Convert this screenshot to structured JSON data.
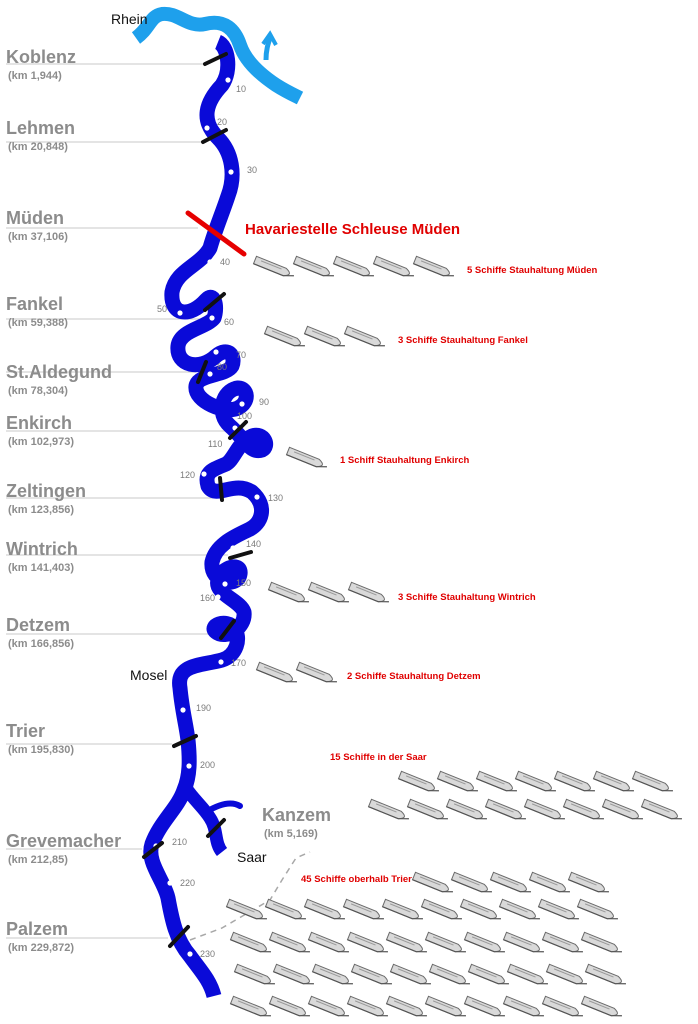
{
  "colors": {
    "rhein": "#1ea0ec",
    "mosel": "#0a0ad8",
    "lock_marker": "#111111",
    "incident": "#e60000",
    "lock_text": "#8c8c8c",
    "group_text": "#e00000",
    "ship_fill": "#d9d9d9",
    "ship_stroke": "#6a6a6a"
  },
  "rivers": {
    "rhein": "Rhein",
    "mosel": "Mosel",
    "saar": "Saar"
  },
  "locks": [
    {
      "name": "Koblenz",
      "km": "(km 1,944)"
    },
    {
      "name": "Lehmen",
      "km": "(km 20,848)"
    },
    {
      "name": "Müden",
      "km": "(km 37,106)"
    },
    {
      "name": "Fankel",
      "km": "(km 59,388)"
    },
    {
      "name": "St.Aldegund",
      "km": "(km 78,304)"
    },
    {
      "name": "Enkirch",
      "km": "(km 102,973)"
    },
    {
      "name": "Zeltingen",
      "km": "(km 123,856)"
    },
    {
      "name": "Wintrich",
      "km": "(km 141,403)"
    },
    {
      "name": "Detzem",
      "km": "(km 166,856)"
    },
    {
      "name": "Trier",
      "km": "(km 195,830)"
    },
    {
      "name": "Grevemacher",
      "km": "(km 212,85)"
    },
    {
      "name": "Palzem",
      "km": "(km 229,872)"
    },
    {
      "name": "Kanzem",
      "km": "(km 5,169)"
    }
  ],
  "km_marks": [
    "10",
    "20",
    "30",
    "40",
    "50",
    "60",
    "70",
    "80",
    "90",
    "100",
    "110",
    "120",
    "130",
    "140",
    "150",
    "160",
    "170",
    "190",
    "200",
    "210",
    "220",
    "230"
  ],
  "incident": {
    "label": "Havariestelle Schleuse Müden"
  },
  "ship_groups": [
    {
      "label": "5 Schiffe Stauhaltung Müden",
      "count": 5
    },
    {
      "label": "3 Schiffe Stauhaltung Fankel",
      "count": 3
    },
    {
      "label": "1 Schiff  Stauhaltung Enkirch",
      "count": 1
    },
    {
      "label": "3 Schiffe Stauhaltung Wintrich",
      "count": 3
    },
    {
      "label": "2 Schiffe Stauhaltung Detzem",
      "count": 2
    },
    {
      "label": "15 Schiffe in der Saar",
      "count": 15
    },
    {
      "label": "45 Schiffe oberhalb Trier",
      "count": 45
    }
  ]
}
